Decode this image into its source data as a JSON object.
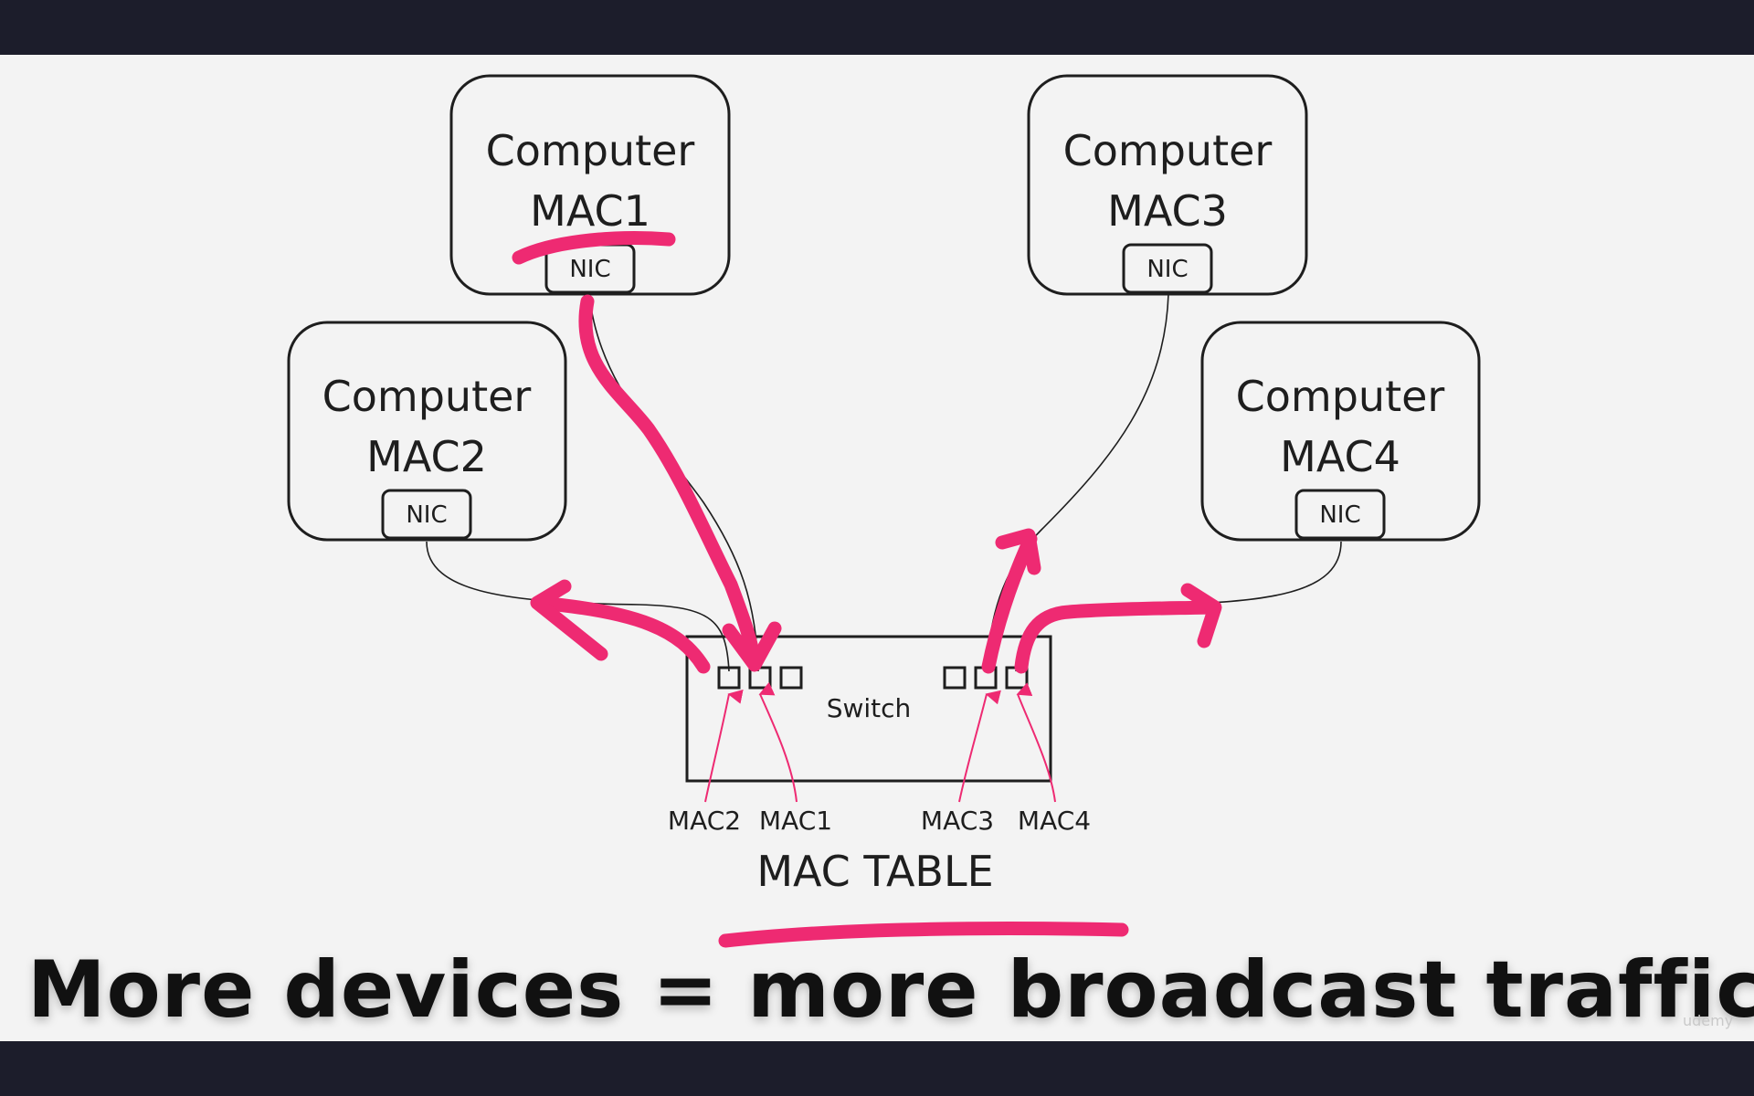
{
  "computers": [
    {
      "id": "mac1",
      "title": "Computer",
      "mac": "MAC1",
      "nic": "NIC"
    },
    {
      "id": "mac2",
      "title": "Computer",
      "mac": "MAC2",
      "nic": "NIC"
    },
    {
      "id": "mac3",
      "title": "Computer",
      "mac": "MAC3",
      "nic": "NIC"
    },
    {
      "id": "mac4",
      "title": "Computer",
      "mac": "MAC4",
      "nic": "NIC"
    }
  ],
  "switch": {
    "label": "Switch"
  },
  "mac_table": {
    "entries": [
      "MAC2",
      "MAC1",
      "MAC3",
      "MAC4"
    ],
    "label": "MAC TABLE"
  },
  "caption": "More devices = more broadcast traffic",
  "watermark": "udemy",
  "colors": {
    "annotation": "#ee2a72",
    "line": "#1e1e1e",
    "background": "#f3f3f3",
    "frame": "#1c1d2b"
  }
}
